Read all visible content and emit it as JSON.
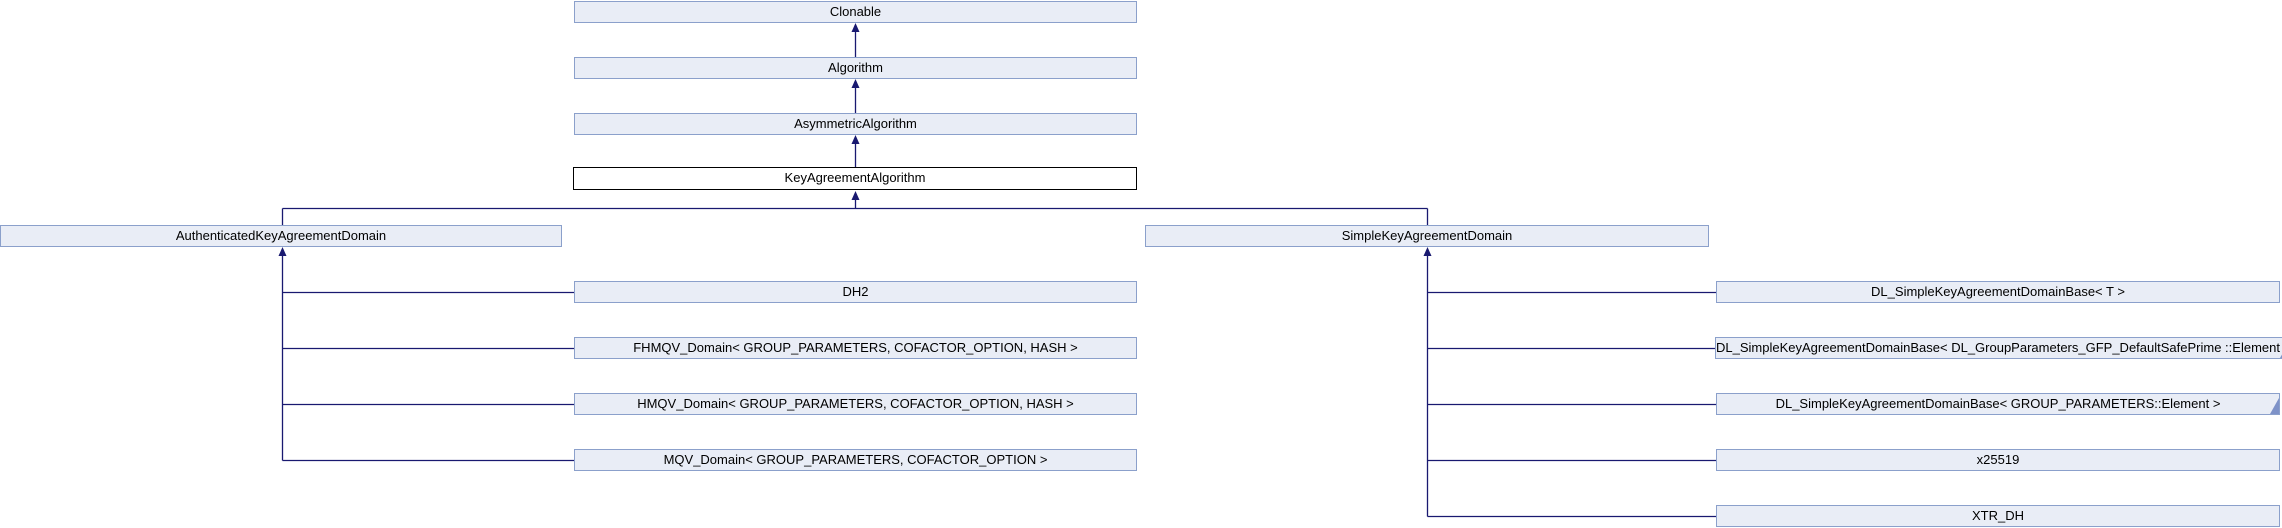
{
  "diagram": {
    "base_chain": [
      {
        "label": "Clonable"
      },
      {
        "label": "Algorithm"
      },
      {
        "label": "AsymmetricAlgorithm"
      },
      {
        "label": "KeyAgreementAlgorithm",
        "current": true
      }
    ],
    "subtrees": [
      {
        "parent": {
          "label": "AuthenticatedKeyAgreementDomain"
        },
        "children": [
          {
            "label": "DH2"
          },
          {
            "label": "FHMQV_Domain< GROUP_PARAMETERS, COFACTOR_OPTION, HASH >"
          },
          {
            "label": "HMQV_Domain< GROUP_PARAMETERS, COFACTOR_OPTION, HASH >"
          },
          {
            "label": "MQV_Domain< GROUP_PARAMETERS, COFACTOR_OPTION >"
          }
        ]
      },
      {
        "parent": {
          "label": "SimpleKeyAgreementDomain"
        },
        "children": [
          {
            "label": "DL_SimpleKeyAgreementDomainBase< T >"
          },
          {
            "label": "DL_SimpleKeyAgreementDomainBase< DL_GroupParameters_GFP_DefaultSafePrime ::Element >"
          },
          {
            "label": "DL_SimpleKeyAgreementDomainBase< GROUP_PARAMETERS::Element >"
          },
          {
            "label": "x25519"
          },
          {
            "label": "XTR_DH"
          }
        ]
      }
    ],
    "colors": {
      "node_fill": "#e9edf6",
      "node_border": "#8ba0cb",
      "current_fill": "#ffffff",
      "current_border": "#000000",
      "edge": "#191970"
    }
  }
}
